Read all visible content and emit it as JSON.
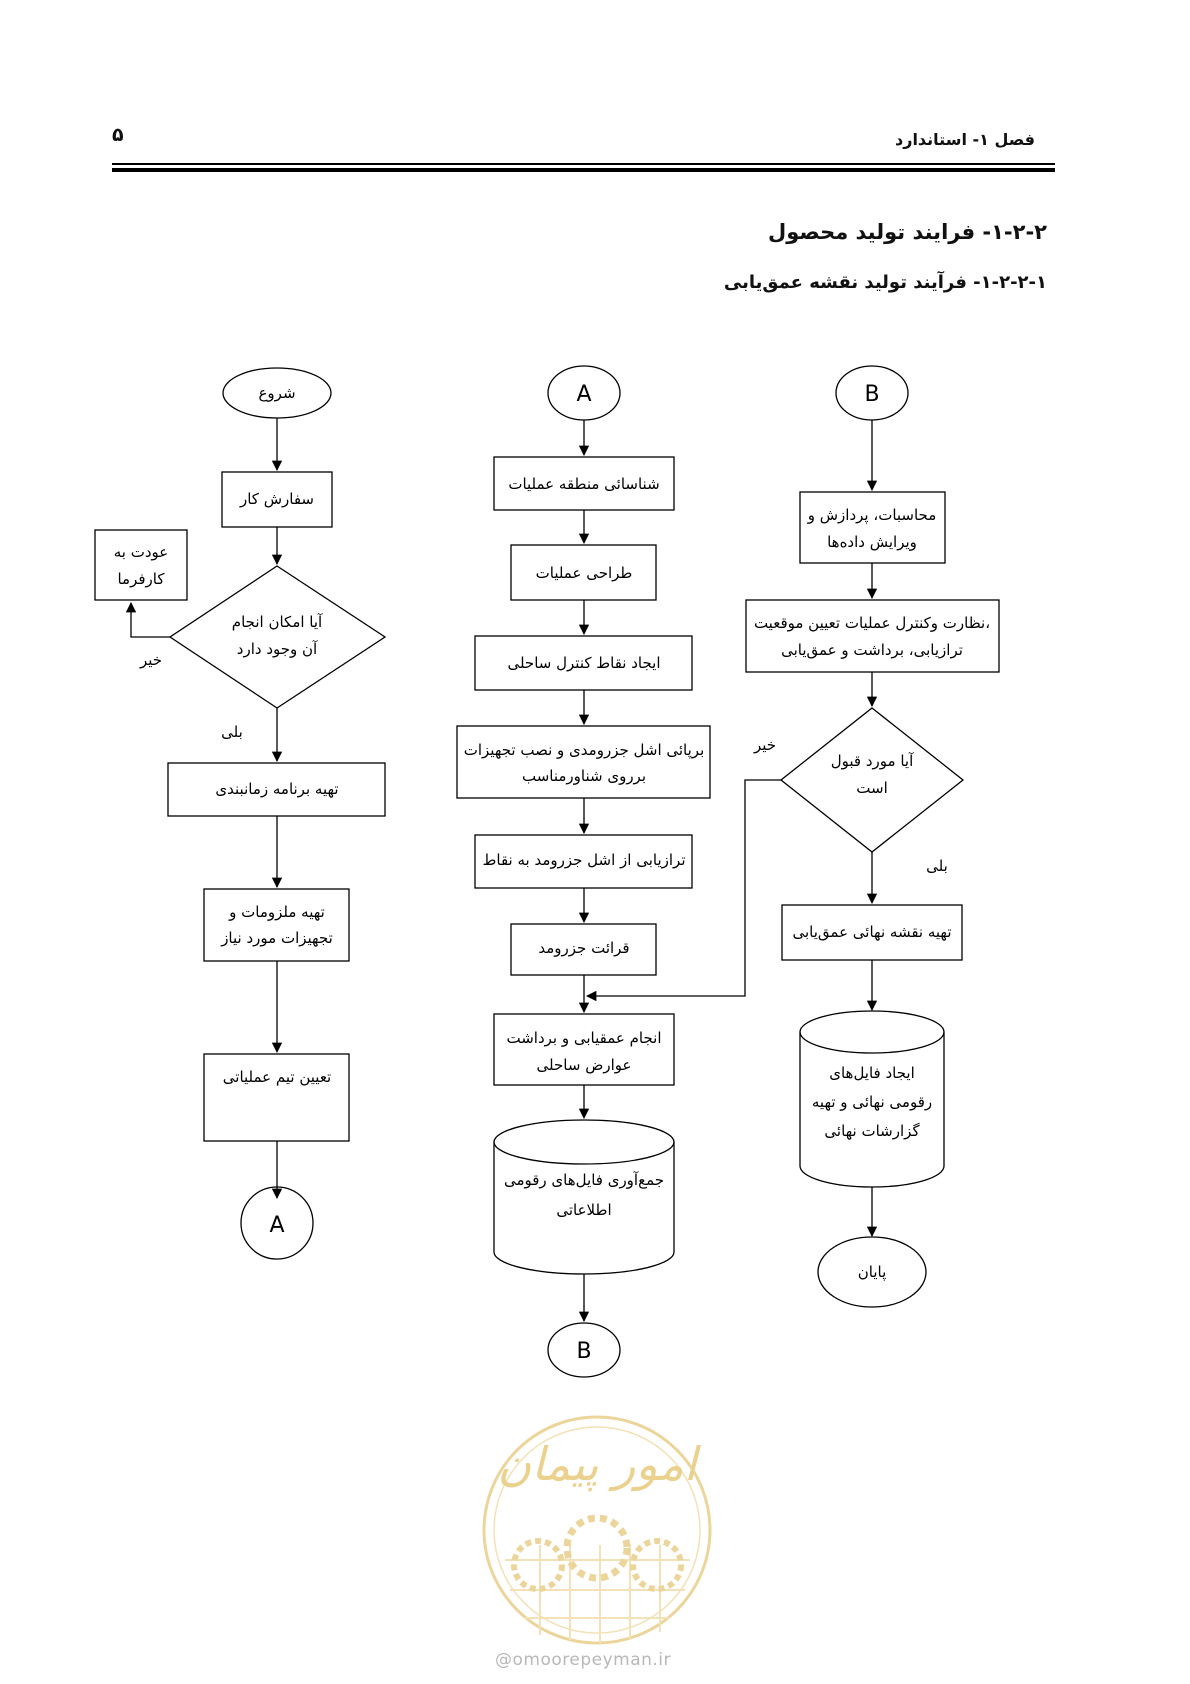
{
  "header": {
    "page_number": "۵",
    "chapter": "فصل ۱- استاندارد"
  },
  "section": {
    "heading": "۱-۲-۲- فرایند تولید محصول",
    "subheading": "۱-۲-۲-۱- فرآیند تولید نقشه عمق‌یابی"
  },
  "flowchart": {
    "col1": {
      "start": "شروع",
      "order": "سفارش کار",
      "decision": [
        "آیا امکان انجام",
        "آن وجود دارد"
      ],
      "return": [
        "عودت به",
        "کارفرما"
      ],
      "no": "خیر",
      "yes": "بلی",
      "schedule": "تهیه برنامه زمانبندی",
      "equipment": [
        "تهیه ملزومات و",
        "تجهیزات مورد نیاز"
      ],
      "team": "تعیین تیم عملیاتی",
      "connector_out": "A"
    },
    "col2": {
      "connector_in": "A",
      "identify": "شناسائی منطقه عملیات",
      "design": "طراحی عملیات",
      "control_points": "ایجاد نقاط کنترل ساحلی",
      "install": [
        "برپائی اشل جزرومدی و نصب تجهیزات",
        "برروی شناورمناسب"
      ],
      "leveling": "ترازیابی از اشل جزرومد به نقاط",
      "tide_read": "قرائت جزرومد",
      "survey": [
        "انجام عمقیابی و برداشت",
        "عوارض ساحلی"
      ],
      "collect": [
        "جمع‌آوری فایل‌های رقومی",
        "اطلاعاتی"
      ],
      "connector_out": "B"
    },
    "col3": {
      "connector_in": "B",
      "compute": [
        "محاسبات، پردازش و",
        "ویرایش داده‌ها"
      ],
      "supervise": [
        "نظارت وکنترل عملیات تعیین موقعیت،",
        "ترازیابی، برداشت و عمق‌یابی"
      ],
      "decision": [
        "آیا مورد قبول",
        "است"
      ],
      "no": "خیر",
      "yes": "بلی",
      "final_map": "تهیه نقشه نهائی عمق‌یابی",
      "final_files": [
        "ایجاد فایل‌های",
        "رقومی نهائی و تهیه",
        "گزارشات نهائی"
      ],
      "end": "پایان"
    }
  },
  "watermark": {
    "text": "@omoorepeyman.ir",
    "logo_text": "امور پیمان",
    "color": "#e3c267"
  }
}
